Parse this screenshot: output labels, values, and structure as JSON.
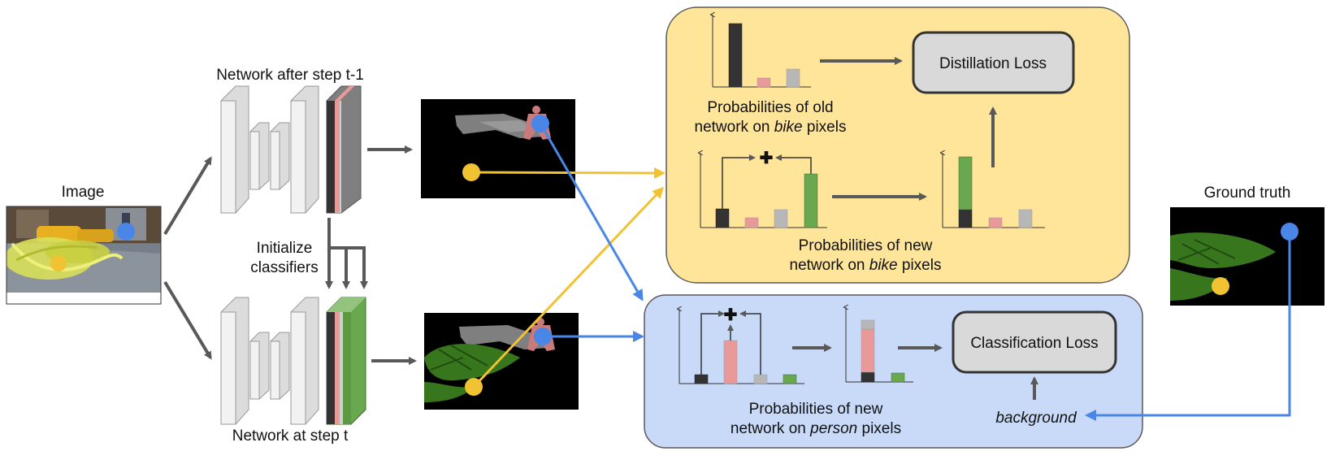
{
  "labels": {
    "image": "Image",
    "ground_truth": "Ground truth",
    "network_prev": "Network after step t-1",
    "network_curr": "Network at step t",
    "init_line1": "Initialize",
    "init_line2": "classifiers",
    "distillation_loss": "Distillation Loss",
    "classification_loss": "Classification Loss",
    "background": "background",
    "old_bike_line1": "Probabilities of old",
    "old_bike_line2_pre": "network on ",
    "old_bike_line2_em": "bike",
    "old_bike_line2_post": " pixels",
    "new_bike_line1": "Probabilities of new",
    "new_bike_line2_pre": "network on ",
    "new_bike_line2_em": "bike",
    "new_bike_line2_post": " pixels",
    "new_person_line1": "Probabilities of new",
    "new_person_line2_pre": "network on ",
    "new_person_line2_em": "person",
    "new_person_line2_post": " pixels",
    "plus": "✚"
  },
  "colors": {
    "yellow_panel": "#ffe599",
    "blue_panel": "#c9daf8",
    "yellow_arrow": "#f1c232",
    "blue_arrow": "#4a86e8",
    "gray_arrow": "#595959",
    "bar_dark": "#333333",
    "bar_pink": "#ea9999",
    "bar_gray": "#b7b7b7",
    "bar_green": "#6aa84f"
  }
}
